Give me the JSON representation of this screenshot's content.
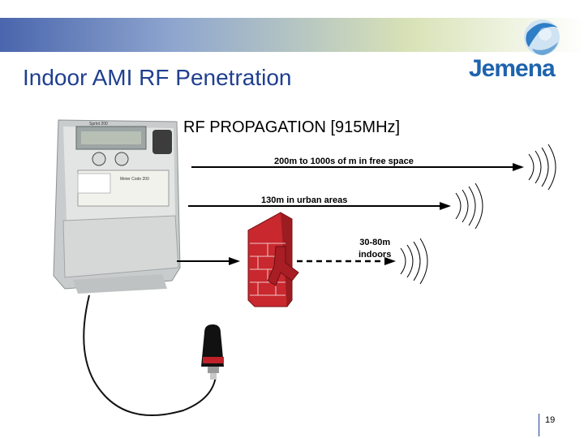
{
  "slide": {
    "title": "Indoor AMI RF Penetration",
    "logo_text": "Jemena",
    "subtitle": "RF PROPAGATION  [915MHz]",
    "page_number": "19"
  },
  "labels": {
    "free_space": "200m to 1000s of m in free space",
    "urban": "130m in urban areas",
    "indoors_line1": "30-80m",
    "indoors_line2": "indoors"
  },
  "meter": {
    "model_text": "Sprint 200",
    "code_text": "Meter Code 200"
  },
  "colors": {
    "title": "#1f3f8f",
    "logo": "#1e63ad",
    "brick": "#c8282e",
    "meter_body": "#cfd2d2"
  }
}
